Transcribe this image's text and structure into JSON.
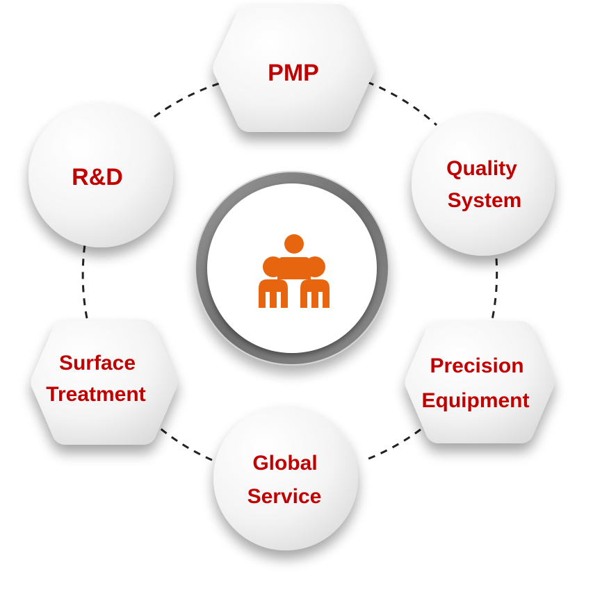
{
  "colors": {
    "label": "#c00000",
    "icon": "#e8650f",
    "ring": "#7f7f7f",
    "node_fill_light": "#ffffff",
    "node_fill_dark": "#e6e6e6",
    "connector": "#222222"
  },
  "center": {
    "icon": "people-group-icon"
  },
  "nodes": [
    {
      "id": "pmp",
      "shape": "hexagon",
      "lines": [
        "PMP"
      ]
    },
    {
      "id": "quality-system",
      "shape": "circle",
      "lines": [
        "Quality",
        "System"
      ]
    },
    {
      "id": "precision-equipment",
      "shape": "hexagon",
      "lines": [
        "Precision",
        "Equipment"
      ]
    },
    {
      "id": "global-service",
      "shape": "circle",
      "lines": [
        "Global",
        "Service"
      ]
    },
    {
      "id": "surface-treatment",
      "shape": "hexagon",
      "lines": [
        "Surface",
        "Treatment"
      ]
    },
    {
      "id": "rd",
      "shape": "circle",
      "lines": [
        "R&D"
      ]
    }
  ]
}
